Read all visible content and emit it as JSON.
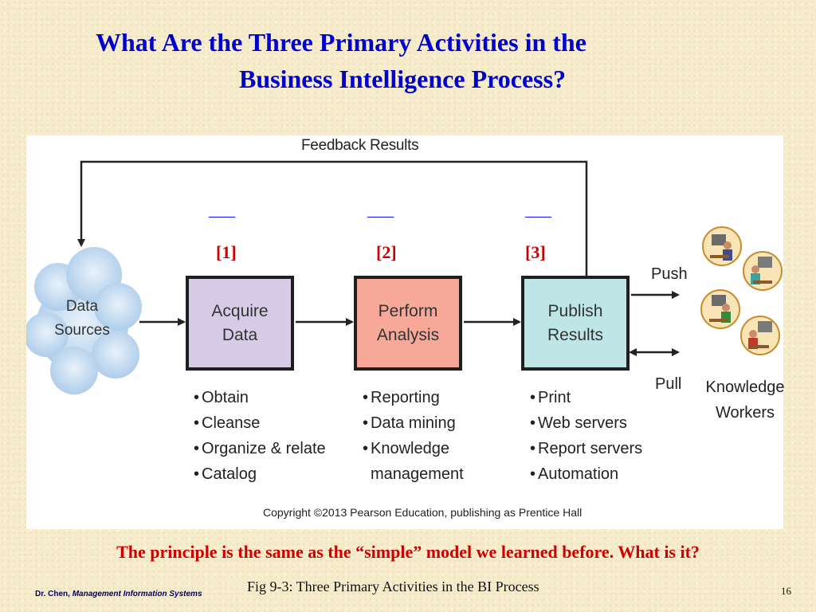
{
  "title": {
    "line1": "What Are the Three Primary Activities in the",
    "line2": "Business Intelligence Process?"
  },
  "diagram": {
    "feedback_label": "Feedback Results",
    "blanks": [
      "___",
      "___",
      "___"
    ],
    "brackets": [
      "[1]",
      "[2]",
      "[3]"
    ],
    "data_sources": [
      "Data",
      "Sources"
    ],
    "steps": [
      {
        "lines": [
          "Acquire",
          "Data"
        ],
        "color": "#d6cce8",
        "bullets": [
          [
            "Obtain"
          ],
          [
            "Cleanse"
          ],
          [
            "Organize & relate"
          ],
          [
            "Catalog"
          ]
        ]
      },
      {
        "lines": [
          "Perform",
          "Analysis"
        ],
        "color": "#f7a898",
        "bullets": [
          [
            "Reporting"
          ],
          [
            "Data mining"
          ],
          [
            "Knowledge",
            "management"
          ]
        ]
      },
      {
        "lines": [
          "Publish",
          "Results"
        ],
        "color": "#bfe6e6",
        "bullets": [
          [
            "Print"
          ],
          [
            "Web servers"
          ],
          [
            "Report servers"
          ],
          [
            "Automation"
          ]
        ]
      }
    ],
    "push_label": "Push",
    "pull_label": "Pull",
    "workers": [
      "Knowledge",
      "Workers"
    ],
    "copyright": "Copyright ©2013 Pearson Education, publishing as Prentice Hall"
  },
  "principle": "The principle is the same as the “simple” model we learned before. What is it?",
  "caption": "Fig 9-3: Three Primary Activities in the BI Process",
  "footer": {
    "author": "Dr. Chen,",
    "course": "Management Information Systems"
  },
  "page_number": "16",
  "colors": {
    "title": "#0000cc",
    "accent_red": "#cc0000",
    "blank_blue": "#1a1aff"
  }
}
